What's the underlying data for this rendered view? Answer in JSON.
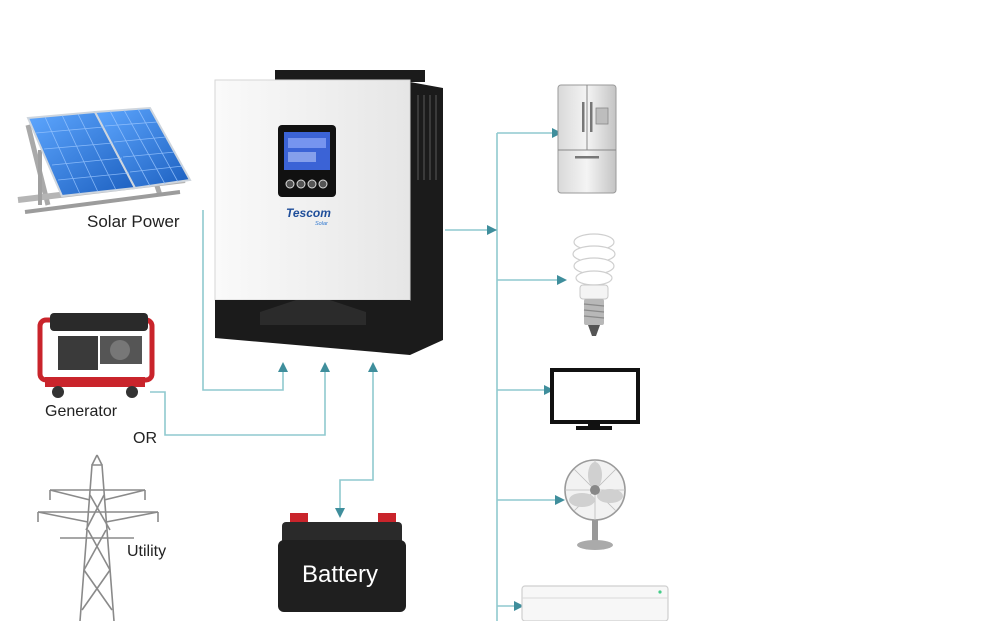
{
  "labels": {
    "solar": "Solar Power",
    "generator": "Generator",
    "or": "OR",
    "utility": "Utility",
    "battery": "Battery"
  },
  "inverter": {
    "brand": "Tescom",
    "sub": "Solar"
  },
  "colors": {
    "line": "#8fc9cf",
    "arrow": "#3f8e9c",
    "panel": "#2f78d0",
    "inverter_body": "#f2f2f2",
    "inverter_dark": "#1b1b1b",
    "battery_body": "#1f1f1f",
    "battery_text": "#ffffff",
    "generator_red": "#c9242b"
  },
  "icons": [
    "solar-panel-icon",
    "generator-icon",
    "utility-tower-icon",
    "battery-icon",
    "inverter-icon",
    "refrigerator-icon",
    "cfl-bulb-icon",
    "monitor-icon",
    "fan-icon",
    "air-conditioner-icon"
  ]
}
